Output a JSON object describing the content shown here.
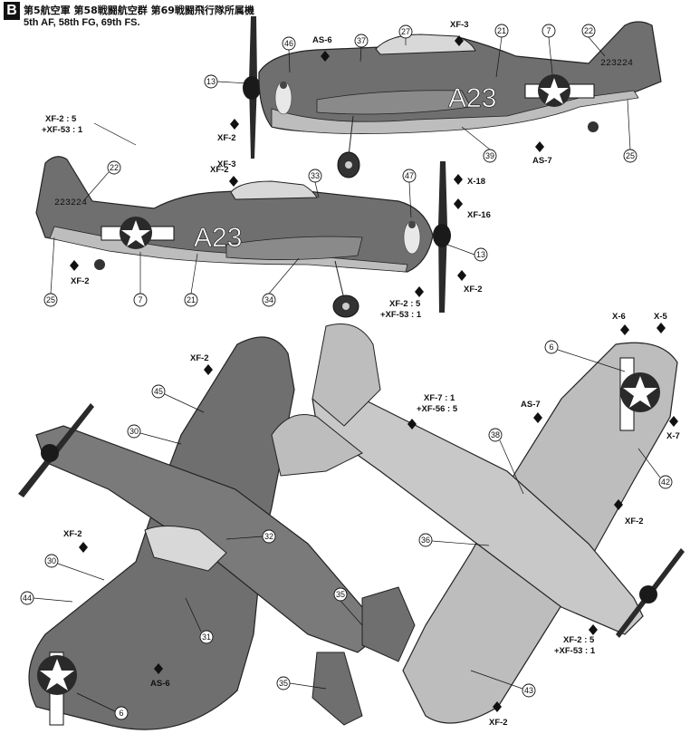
{
  "header": {
    "section": "B",
    "title_jp": "第5航空軍 第58戦闘航空群 第69戦闘飛行隊所属機",
    "title_en": "5th AF, 58th FG, 69th FS."
  },
  "aircraft_markings": {
    "side_code": "A23",
    "serial": "223224"
  },
  "colors": {
    "topside": "#6f6f6f",
    "underside": "#bdbdbd",
    "ink": "#111111",
    "insignia_blue": "#2a2a2a"
  },
  "icons": [
    "paint-drop-icon",
    "us-star-insignia-icon",
    "callout-number-icon"
  ],
  "paint_labels": [
    {
      "text": "AS-6"
    },
    {
      "text": "XF-3"
    },
    {
      "text": "XF-2"
    },
    {
      "text": "AS-7"
    },
    {
      "text": "XF-2 : 5"
    },
    {
      "text": "+XF-53 : 1"
    },
    {
      "text": "XF-2"
    },
    {
      "text": "XF-3"
    },
    {
      "text": "X-18"
    },
    {
      "text": "XF-16"
    },
    {
      "text": "XF-2"
    },
    {
      "text": "XF-2"
    },
    {
      "text": "XF-2 : 5"
    },
    {
      "text": "+XF-53 : 1"
    },
    {
      "text": "XF-2"
    },
    {
      "text": "XF-7 : 1"
    },
    {
      "text": "+XF-56 : 5"
    },
    {
      "text": "AS-7"
    },
    {
      "text": "X-6"
    },
    {
      "text": "X-5"
    },
    {
      "text": "X-7"
    },
    {
      "text": "XF-2"
    },
    {
      "text": "XF-2"
    },
    {
      "text": "AS-6"
    },
    {
      "text": "XF-2 : 5"
    },
    {
      "text": "+XF-53 : 1"
    },
    {
      "text": "XF-2"
    }
  ],
  "callouts": [
    {
      "n": "46"
    },
    {
      "n": "37"
    },
    {
      "n": "27"
    },
    {
      "n": "21"
    },
    {
      "n": "7"
    },
    {
      "n": "22"
    },
    {
      "n": "13"
    },
    {
      "n": "39"
    },
    {
      "n": "25"
    },
    {
      "n": "22"
    },
    {
      "n": "33"
    },
    {
      "n": "47"
    },
    {
      "n": "13"
    },
    {
      "n": "25"
    },
    {
      "n": "7"
    },
    {
      "n": "21"
    },
    {
      "n": "34"
    },
    {
      "n": "45"
    },
    {
      "n": "30"
    },
    {
      "n": "32"
    },
    {
      "n": "30"
    },
    {
      "n": "44"
    },
    {
      "n": "31"
    },
    {
      "n": "35"
    },
    {
      "n": "35"
    },
    {
      "n": "6"
    },
    {
      "n": "6"
    },
    {
      "n": "38"
    },
    {
      "n": "42"
    },
    {
      "n": "36"
    },
    {
      "n": "43"
    }
  ]
}
